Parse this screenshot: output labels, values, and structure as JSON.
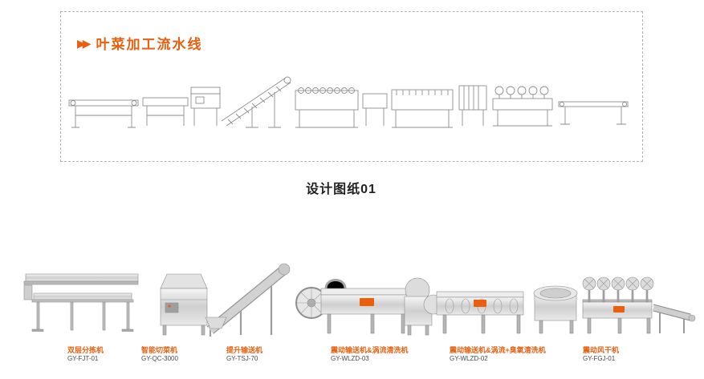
{
  "colors": {
    "accent": "#e8600f",
    "sketch_stroke": "#8f8f8f",
    "steel_light": "#f5f5f5",
    "steel_mid": "#cfcfcf"
  },
  "icons": {
    "double_arrow": "▶▶"
  },
  "header": {
    "title": "叶菜加工流水线"
  },
  "caption": {
    "text": "设计图纸01"
  },
  "machines": [
    {
      "name": "双层分拣机",
      "model": "GY-FJT-01"
    },
    {
      "name": "智能切菜机",
      "model": "GY-QC-3000"
    },
    {
      "name": "提升输送机",
      "model": "GY-TSJ-70"
    },
    {
      "name": "震动输送机&涡流清洗机",
      "model": "GY-WLZD-03"
    },
    {
      "name": "震动输送机&涡流+臭氧清洗机",
      "model": "GY-WLZD-02"
    },
    {
      "name": "震动风干机",
      "model": "GY-FGJ-01"
    }
  ]
}
